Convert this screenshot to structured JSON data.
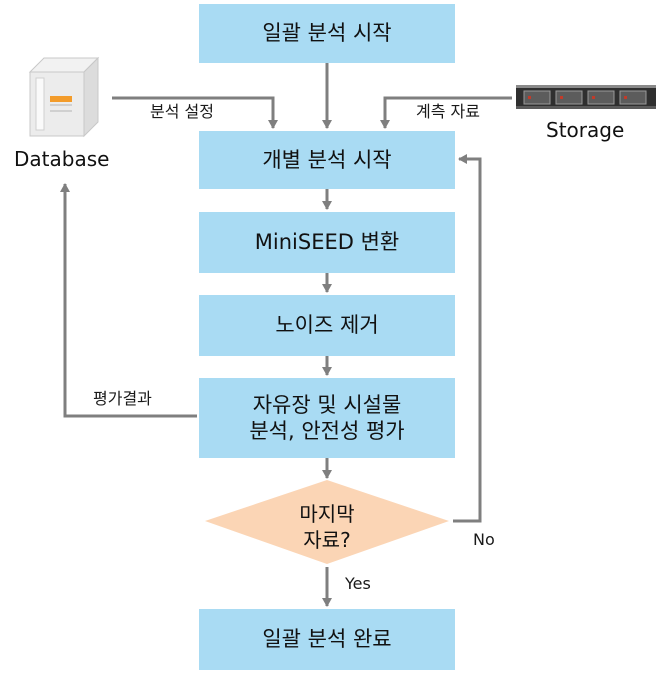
{
  "steps": {
    "start_batch": "일괄 분석 시작",
    "start_individual": "개별 분석 시작",
    "convert": "MiniSEED 변환",
    "denoise": "노이즈 제거",
    "analyze_line1": "자유장 및 시설물",
    "analyze_line2": "분석, 안전성 평가",
    "end_batch": "일괄 분석 완료"
  },
  "decision": {
    "line1": "마지막",
    "line2": "자료?",
    "yes_label": "Yes",
    "no_label": "No"
  },
  "sources": {
    "database_caption": "Database",
    "storage_caption": "Storage",
    "analysis_settings_label": "분석 설정",
    "measurement_data_label": "계측 자료",
    "evaluation_result_label": "평가결과"
  },
  "colors": {
    "box_fill": "#a9dbf3",
    "decision_fill": "#fbd5b5",
    "arrow": "#7f7f7f"
  }
}
